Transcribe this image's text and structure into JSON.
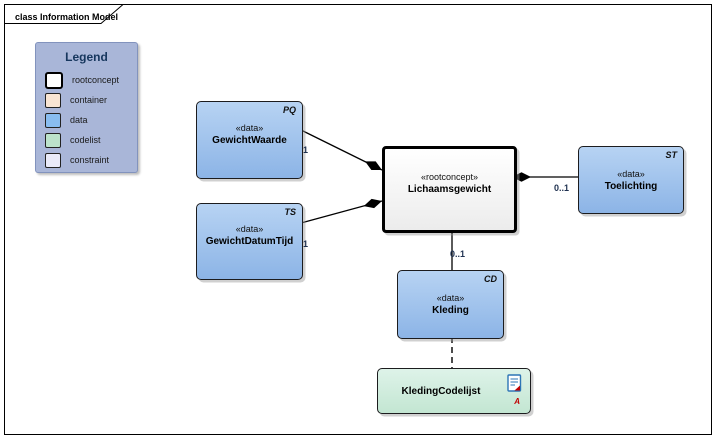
{
  "frame": {
    "label": "class Information Model"
  },
  "legend": {
    "title": "Legend",
    "items": [
      {
        "label": "rootconcept",
        "color": "#ffffff"
      },
      {
        "label": "container",
        "color": "#f9e5d3"
      },
      {
        "label": "data",
        "color": "#89bdf0"
      },
      {
        "label": "codelist",
        "color": "#bce3cb"
      },
      {
        "label": "constraint",
        "color": "#e9eaf8"
      }
    ]
  },
  "classes": {
    "gewichtwaarde": {
      "stereotype": "«data»",
      "name": "GewichtWaarde",
      "type_abbr": "PQ"
    },
    "gewichtdatumtijd": {
      "stereotype": "«data»",
      "name": "GewichtDatumTijd",
      "type_abbr": "TS"
    },
    "lichaamsgewicht": {
      "stereotype": "«rootconcept»",
      "name": "Lichaamsgewicht"
    },
    "toelichting": {
      "stereotype": "«data»",
      "name": "Toelichting",
      "type_abbr": "ST"
    },
    "kleding": {
      "stereotype": "«data»",
      "name": "Kleding",
      "type_abbr": "CD"
    },
    "kledingcodelijst": {
      "name": "KledingCodelijst",
      "marker": "A"
    }
  },
  "connectors": {
    "gewichtwaarde_mult": "1",
    "gewichtdatumtijd_mult": "1",
    "toelichting_mult": "0..1",
    "kleding_mult": "0..1"
  },
  "colors": {
    "data_fill_top": "#b7d3f3",
    "data_fill_bottom": "#8cb4e6",
    "codelist_fill_top": "#def3e9",
    "codelist_fill_bottom": "#c3e6d2",
    "legend_bg": "#a9b6d8",
    "legend_title": "#17375e",
    "marker_red": "#c00000",
    "doc_icon_blue": "#2e75b6"
  }
}
